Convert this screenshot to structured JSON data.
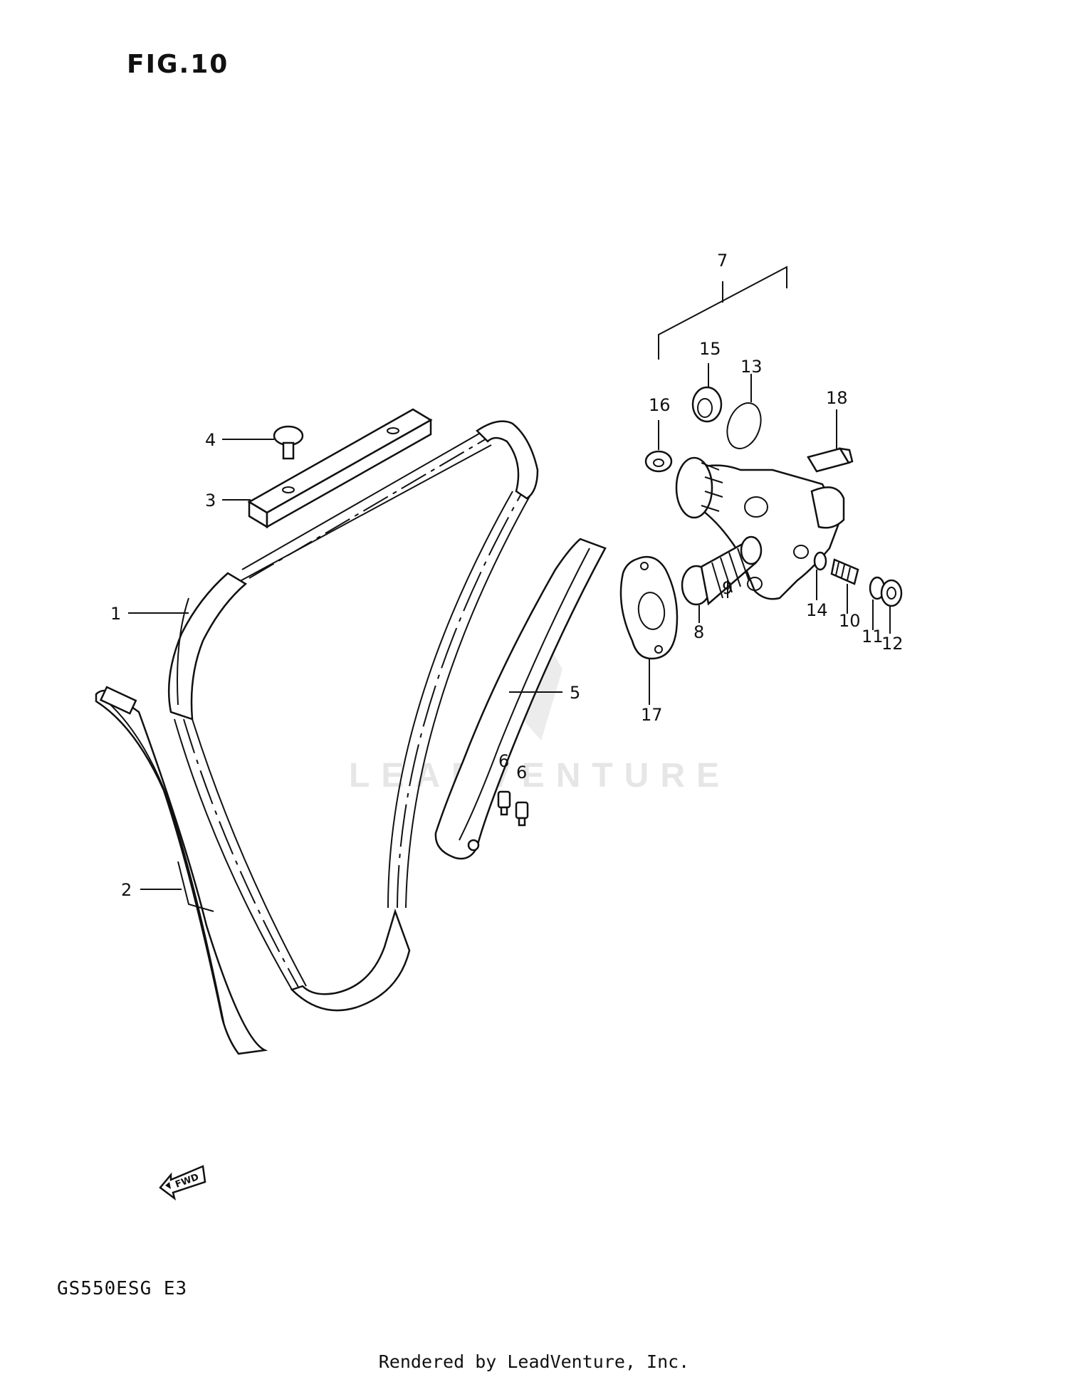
{
  "figure": {
    "title": "FIG.10",
    "model_code": "GS550ESG  E3",
    "footer": "Rendered by LeadVenture, Inc.",
    "watermark": "LEADVENTURE",
    "fwd_label": "FWD"
  },
  "callouts": [
    {
      "id": "c1",
      "label": "1"
    },
    {
      "id": "c2",
      "label": "2"
    },
    {
      "id": "c3",
      "label": "3"
    },
    {
      "id": "c4",
      "label": "4"
    },
    {
      "id": "c5",
      "label": "5"
    },
    {
      "id": "c6a",
      "label": "6"
    },
    {
      "id": "c6b",
      "label": "6"
    },
    {
      "id": "c7",
      "label": "7"
    },
    {
      "id": "c8",
      "label": "8"
    },
    {
      "id": "c9",
      "label": "9"
    },
    {
      "id": "c10",
      "label": "10"
    },
    {
      "id": "c11",
      "label": "11"
    },
    {
      "id": "c12",
      "label": "12"
    },
    {
      "id": "c13",
      "label": "13"
    },
    {
      "id": "c14",
      "label": "14"
    },
    {
      "id": "c15",
      "label": "15"
    },
    {
      "id": "c16",
      "label": "16"
    },
    {
      "id": "c17",
      "label": "17"
    },
    {
      "id": "c18",
      "label": "18"
    }
  ]
}
